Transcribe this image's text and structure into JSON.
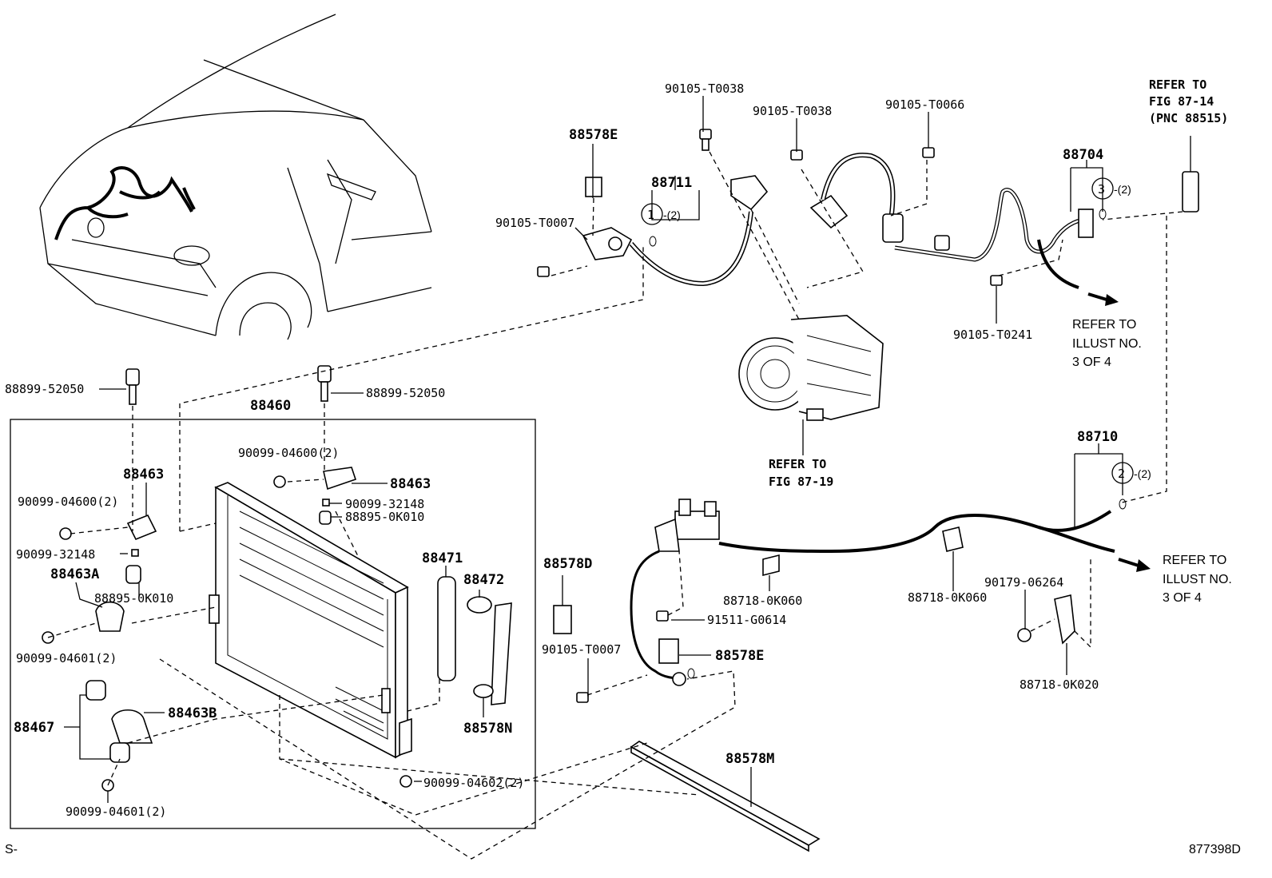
{
  "labels": {
    "p88578E_top": "88578E",
    "p88711": "88711",
    "p90105_T0038_a": "90105-T0038",
    "p90105_T0038_b": "90105-T0038",
    "p90105_T0066": "90105-T0066",
    "p88704": "88704",
    "p90105_T0007_top": "90105-T0007",
    "p90105_T0241": "90105-T0241",
    "p88899_52050_left": "88899-52050",
    "p88899_52050_right": "88899-52050",
    "p88460": "88460",
    "p90099_04600_2_top": "90099-04600(2)",
    "p88463_right": "88463",
    "p88463_left": "88463",
    "p90099_32148_right": "90099-32148",
    "p88895_0K010_right": "88895-0K010",
    "p90099_04600_2_left": "90099-04600(2)",
    "p90099_32148_left": "90099-32148",
    "p88463A": "88463A",
    "p88895_0K010_left": "88895-0K010",
    "p90099_04601_2_a": "90099-04601(2)",
    "p88471": "88471",
    "p88472": "88472",
    "p88578D": "88578D",
    "p88467": "88467",
    "p88463B": "88463B",
    "p88578N": "88578N",
    "p90099_04602_2": "90099-04602(2)",
    "p90099_04601_2_b": "90099-04601(2)",
    "p88578M": "88578M",
    "p88710": "88710",
    "p88718_0K060_a": "88718-0K060",
    "p88718_0K060_b": "88718-0K060",
    "p91511_G0614": "91511-G0614",
    "p88578E_bottom": "88578E",
    "p90105_T0007_bottom": "90105-T0007",
    "p90179_06264": "90179-06264",
    "p88718_0K020": "88718-0K020"
  },
  "circled": {
    "c1": "1",
    "c2": "2",
    "c3": "3",
    "qty1": "-(2)",
    "qty2": "-(2)",
    "qty3": "-(2)"
  },
  "references": {
    "fig87_14": [
      "REFER TO",
      "FIG 87-14",
      "(PNC 88515)"
    ],
    "fig87_19": [
      "REFER TO",
      "FIG 87-19"
    ],
    "illust_top": [
      "REFER TO",
      "ILLUST NO.",
      "3 OF 4"
    ],
    "illust_bottom": [
      "REFER TO",
      "ILLUST NO.",
      "3 OF 4"
    ]
  },
  "footer": {
    "left_code": "S-",
    "figure_number": "877398D"
  }
}
